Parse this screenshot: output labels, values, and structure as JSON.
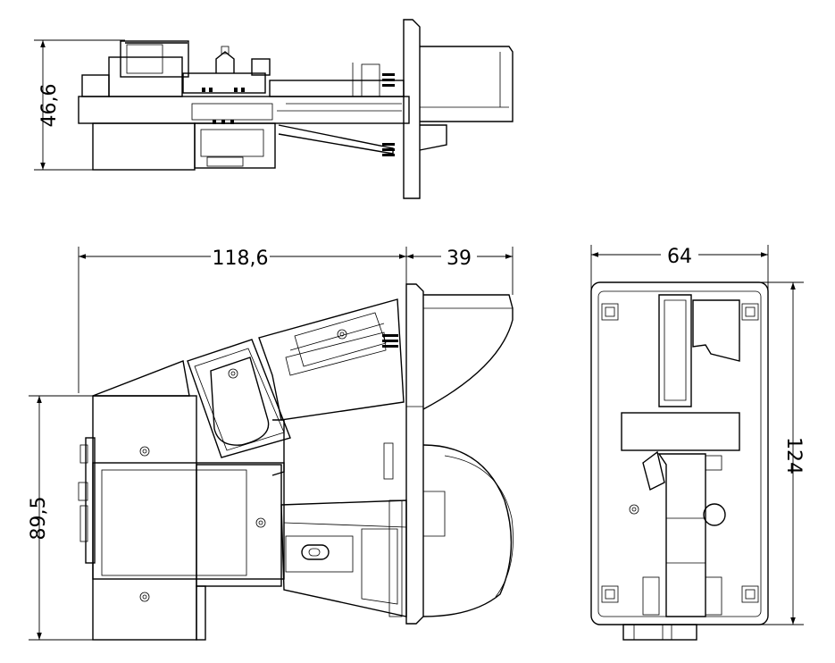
{
  "dimensions": {
    "side_height": "46,6",
    "overall_length": "118,6",
    "front_depth": "39",
    "width": "64",
    "main_height": "89,5",
    "total_height": "124"
  },
  "colors": {
    "line": "#000000",
    "background": "#ffffff"
  }
}
